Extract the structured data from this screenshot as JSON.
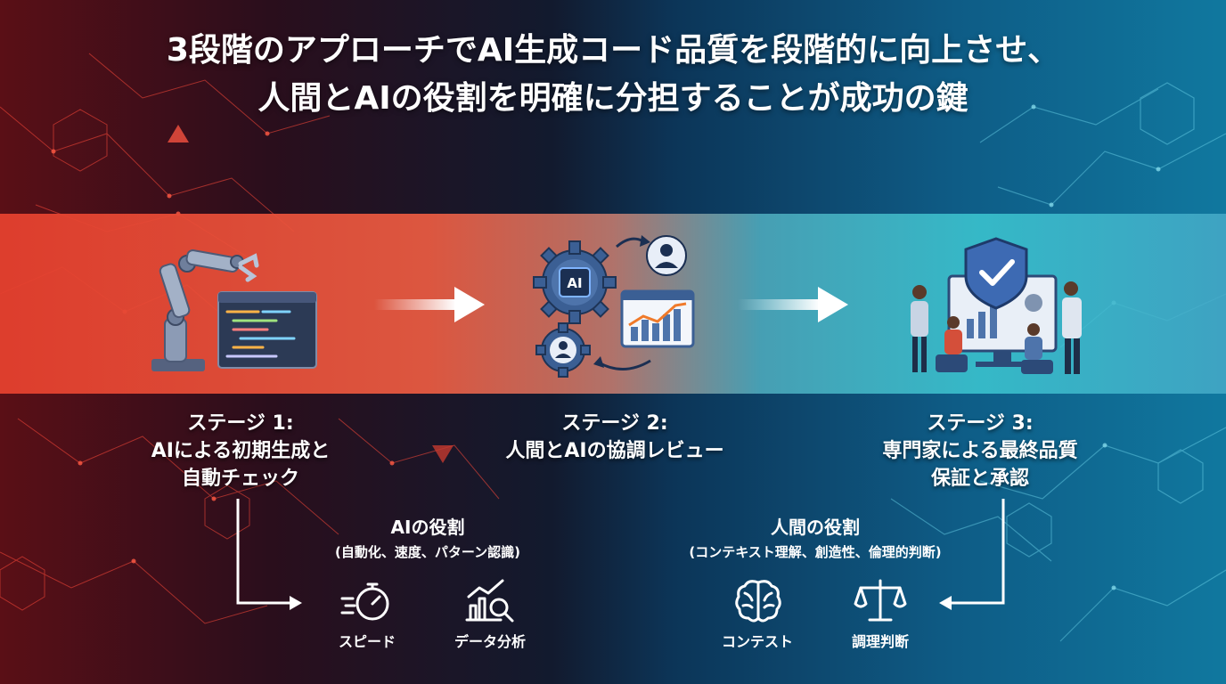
{
  "title": {
    "line1": "3段階のアプローチでAI生成コード品質を段階的に向上させ、",
    "line2": "人間とAIの役割を明確に分担することが成功の鍵"
  },
  "stages": [
    {
      "line1": "ステージ 1:",
      "line2": "AIによる初期生成と",
      "line3": "自動チェック",
      "icon": "robot-arm-code-icon"
    },
    {
      "line1": "ステージ 2:",
      "line2": "人間とAIの協調レビュー",
      "icon": "gears-collaboration-icon"
    },
    {
      "line1": "ステージ 3:",
      "line2": "専門家による最終品質",
      "line3": "保証と承認",
      "icon": "expert-team-shield-icon"
    }
  ],
  "chip_label": "AI",
  "ai_role": {
    "title": "AIの役割",
    "subtitle": "(自動化、速度、パターン認識)",
    "items": [
      {
        "label": "スピード",
        "icon": "stopwatch-icon"
      },
      {
        "label": "データ分析",
        "icon": "chart-magnifier-icon"
      }
    ]
  },
  "human_role": {
    "title": "人間の役割",
    "subtitle": "(コンテキスト理解、創造性、倫理的判断)",
    "items": [
      {
        "label": "コンテスト",
        "icon": "brain-icon"
      },
      {
        "label": "調理判断",
        "icon": "scales-icon"
      }
    ]
  },
  "colors": {
    "left_bg": "#5a0f16",
    "right_bg": "#10789f",
    "band_red": "#e4402e",
    "band_cyan": "#3cc8d2",
    "icon_blue": "#3b5f94"
  }
}
